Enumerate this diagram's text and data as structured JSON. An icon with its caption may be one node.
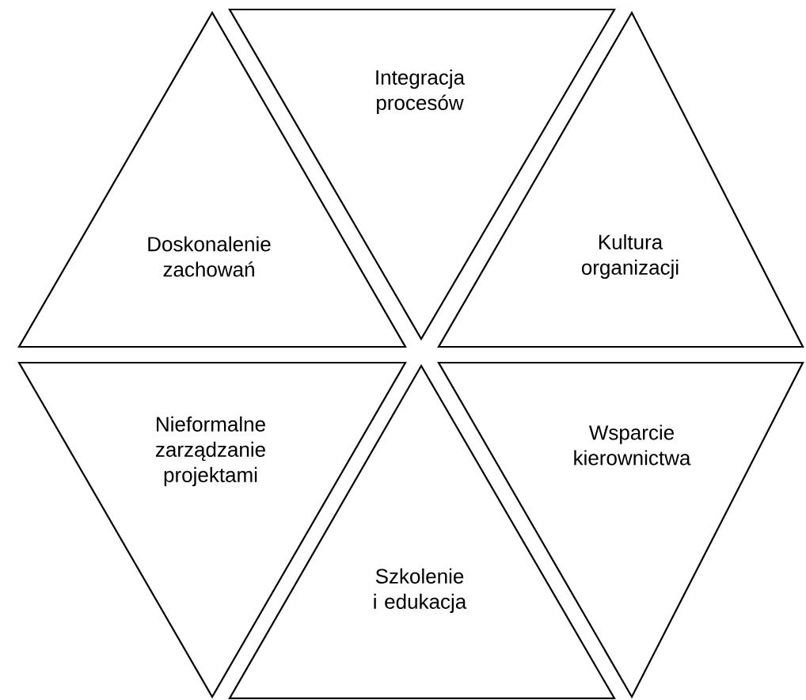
{
  "diagram": {
    "nodes": [
      {
        "text": [
          "Integracja procesów"
        ]
      },
      {
        "text": [
          "Doskonalenie zachowań"
        ]
      },
      {
        "text": [
          "Kultura organizacji"
        ]
      },
      {
        "text": [
          "Nieformalne zarządzanie projektami"
        ]
      },
      {
        "text": [
          "Wsparcie kierownictwa"
        ]
      },
      {
        "text": [
          "Szkolenie i edukacja"
        ]
      }
    ]
  }
}
